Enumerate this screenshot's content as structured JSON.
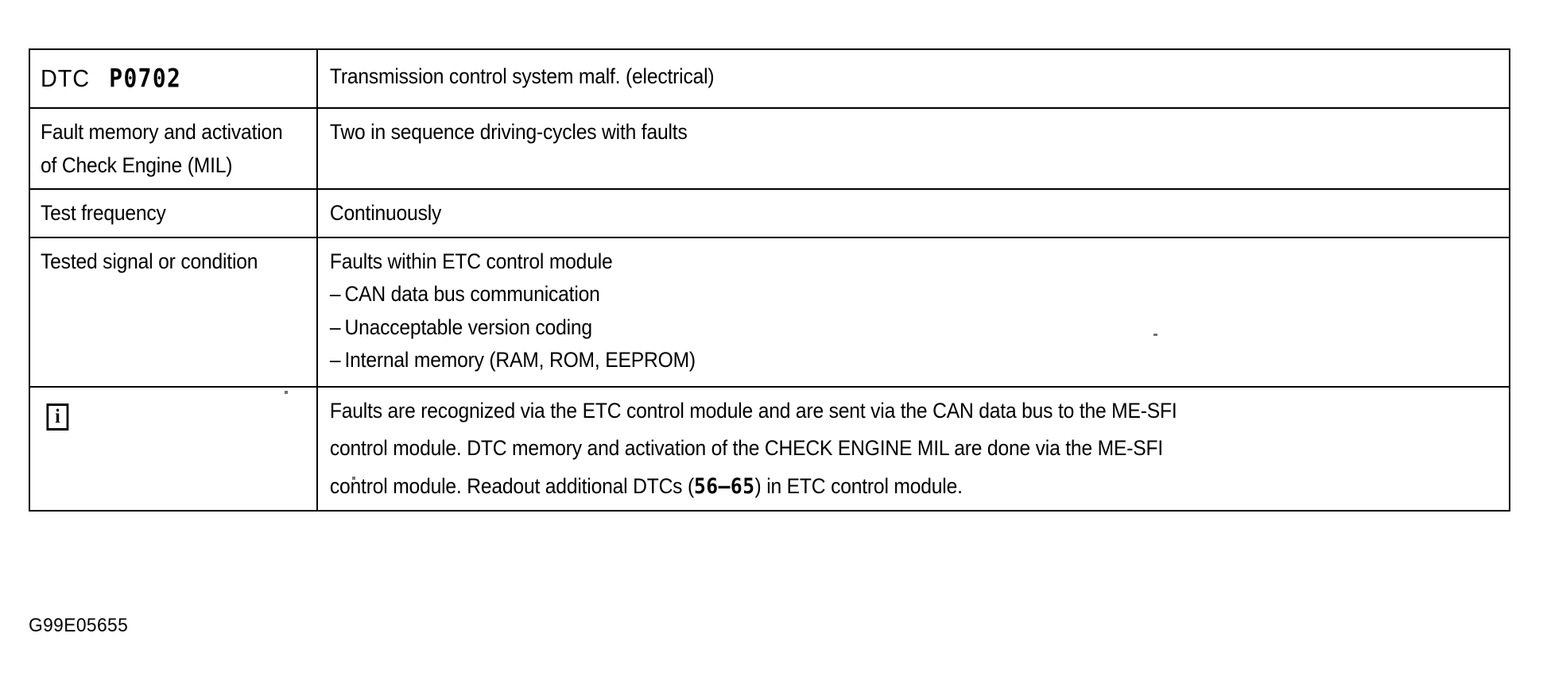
{
  "document": {
    "caption": "G99E05655",
    "info_icon_glyph": "i"
  },
  "table": {
    "rows": [
      {
        "type": "dtc",
        "label_prefix": "DTC",
        "label_code": "P0702",
        "value": "Transmission control system malf. (electrical)"
      },
      {
        "type": "text",
        "label_lines": [
          "Fault memory and activation",
          "of Check Engine (MIL)"
        ],
        "value_lines": [
          "Two in sequence driving-cycles with faults"
        ]
      },
      {
        "type": "text",
        "label_lines": [
          "Test frequency"
        ],
        "value_lines": [
          "Continuously"
        ]
      },
      {
        "type": "list",
        "label_lines": [
          "Tested signal or condition"
        ],
        "value_heading": "Faults within ETC control module",
        "bullets": [
          "CAN data bus communication",
          "Unacceptable version coding",
          "Internal memory (RAM, ROM, EEPROM)"
        ],
        "bullet_marker": "–"
      },
      {
        "type": "note",
        "label_icon": "info-icon",
        "note_lines": [
          {
            "parts": [
              {
                "text": "Faults are recognized via the ETC control module and are sent via the CAN data bus to the ME-SFI",
                "style": "normal"
              }
            ]
          },
          {
            "parts": [
              {
                "text": "control module.  DTC memory and activation of the CHECK ENGINE MIL are done via the ME-SFI",
                "style": "normal"
              }
            ]
          },
          {
            "parts": [
              {
                "text": "control module.  Readout additional DTCs (",
                "style": "normal"
              },
              {
                "text": "56–65",
                "style": "lcd"
              },
              {
                "text": ") in ETC control module.",
                "style": "normal"
              }
            ]
          }
        ]
      }
    ]
  },
  "colors": {
    "ink": "#000000",
    "paper": "#ffffff"
  }
}
